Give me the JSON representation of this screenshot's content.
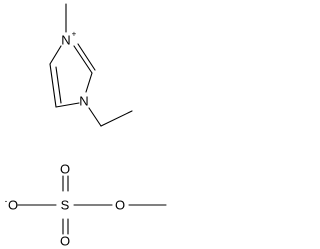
{
  "molecule": {
    "cation": {
      "atoms": {
        "n_top": "N",
        "n_top_charge": "+",
        "n_bottom": "N"
      }
    },
    "anion": {
      "atoms": {
        "o_minus": "O",
        "o_minus_charge": "-",
        "sulfur": "S",
        "o_top": "O",
        "o_bottom": "O",
        "o_ester": "O"
      }
    }
  }
}
